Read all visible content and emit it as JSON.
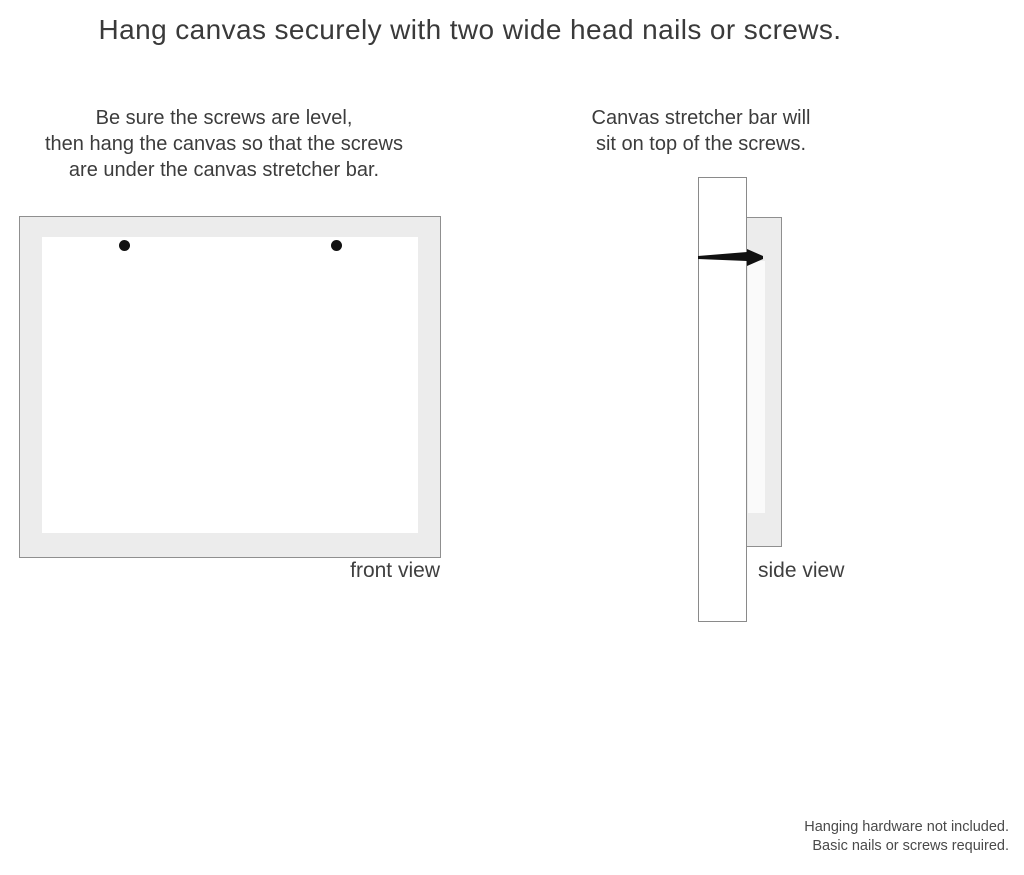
{
  "title": "Hang canvas securely with two wide head nails or screws.",
  "instructions": {
    "left": {
      "lines": [
        "Be sure the screws are level,",
        "then hang the canvas so that the screws",
        "are under the canvas stretcher bar."
      ]
    },
    "right": {
      "lines": [
        "Canvas stretcher bar will",
        "sit on top of the screws."
      ]
    }
  },
  "diagrams": {
    "front_view": {
      "label": "front view",
      "nail_count": 2
    },
    "side_view": {
      "label": "side view"
    }
  },
  "footnote": {
    "lines": [
      "Hanging hardware not included.",
      "Basic nails or screws required."
    ]
  },
  "colors": {
    "background": "#ffffff",
    "canvas_frame_fill": "#ececec",
    "outline": "#8f8f8f",
    "text": "#3c3c3c",
    "nail": "#111111"
  }
}
